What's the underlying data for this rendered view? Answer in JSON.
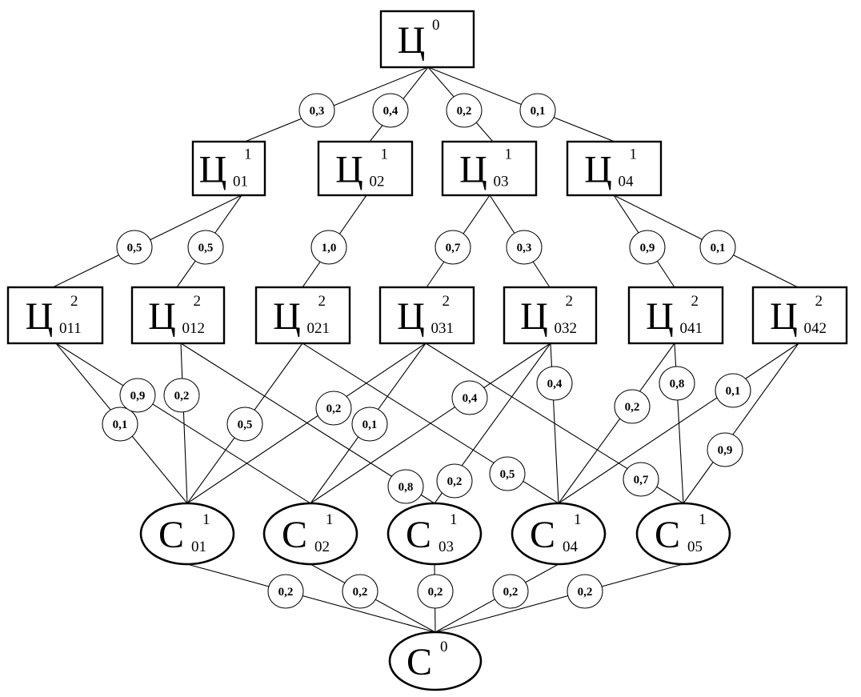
{
  "goals": {
    "root": {
      "letter": "Ц",
      "sup": "0",
      "sub": ""
    },
    "level1": [
      {
        "letter": "Ц",
        "sup": "1",
        "sub": "01"
      },
      {
        "letter": "Ц",
        "sup": "1",
        "sub": "02"
      },
      {
        "letter": "Ц",
        "sup": "1",
        "sub": "03"
      },
      {
        "letter": "Ц",
        "sup": "1",
        "sub": "04"
      }
    ],
    "level2": [
      {
        "letter": "Ц",
        "sup": "2",
        "sub": "011"
      },
      {
        "letter": "Ц",
        "sup": "2",
        "sub": "012"
      },
      {
        "letter": "Ц",
        "sup": "2",
        "sub": "021"
      },
      {
        "letter": "Ц",
        "sup": "2",
        "sub": "031"
      },
      {
        "letter": "Ц",
        "sup": "2",
        "sub": "032"
      },
      {
        "letter": "Ц",
        "sup": "2",
        "sub": "041"
      },
      {
        "letter": "Ц",
        "sup": "2",
        "sub": "042"
      }
    ]
  },
  "means": {
    "level1": [
      {
        "letter": "С",
        "sup": "1",
        "sub": "01"
      },
      {
        "letter": "С",
        "sup": "1",
        "sub": "02"
      },
      {
        "letter": "С",
        "sup": "1",
        "sub": "03"
      },
      {
        "letter": "С",
        "sup": "1",
        "sub": "04"
      },
      {
        "letter": "С",
        "sup": "1",
        "sub": "05"
      }
    ],
    "root": {
      "letter": "С",
      "sup": "0",
      "sub": ""
    }
  },
  "weights": {
    "root_to_level1": [
      "0,3",
      "0,4",
      "0,2",
      "0,1"
    ],
    "level1_to_level2": [
      "0,5",
      "0,5",
      "1,0",
      "0,7",
      "0,3",
      "0,9",
      "0,1"
    ],
    "level2_to_means": [
      "0,1",
      "0,9",
      "0,2",
      "0,8",
      "0,5",
      "0,5",
      "0,2",
      "0,1",
      "0,7",
      "0,4",
      "0,2",
      "0,4",
      "0,2",
      "0,8",
      "0,1",
      "0,9"
    ],
    "means_to_root": [
      "0,2",
      "0,2",
      "0,2",
      "0,2",
      "0,2"
    ]
  }
}
